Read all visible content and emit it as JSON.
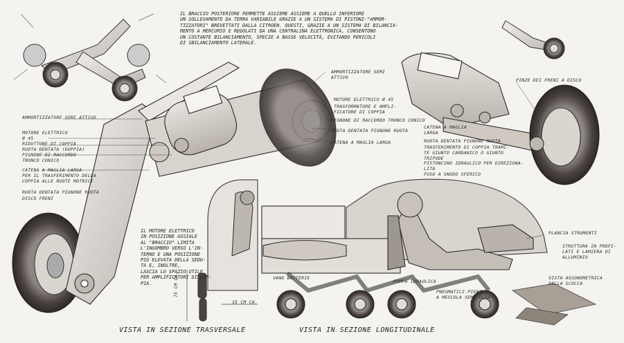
{
  "notes": {
    "top_center": "Il braccio posteriore permette assieme assieme a quello inferiore\nun sollevamento da terra variabile grazie a un sistema di pistoni-\"ammor-\ntizzatori\" brevettati dalla Citroen. Questi, grazie a un sistema di bilancia-\nmento a mercurio e regolati da una centralina elettronica, consentono\nun costante bilanciamento, specie a basse velocità, evitando pericoli\ndi sbilanciamento laterale.",
    "center_mid": "Il motore elettrico\nin posizione assiale\nal \"braccio\" limita\nl'ingombro verso l'in-\nterno e una posizione\npiù elevata della sedu-\nta e, inoltre,\nlascia lo spazio utile\nper amplificatori di cop-\npia."
  },
  "left_labels": [
    "Ammortizzatore semi attivo",
    "Motore elettrico\nØ 45",
    "Riduttore di coppia",
    "Ruota dentata (doppia)",
    "Pignone di raccordo\ntronco conico",
    "Catena a maglia larga\nper il trasferimento della\ncoppia alle ruote motrici",
    "Ruota dentata pignone ruota",
    "Disco freni"
  ],
  "mid_labels": [
    "Ammortizzatore semi\nattivo",
    "Motore elettrico Ø 45",
    "Trasformatore e ampli-\nficatore di coppia",
    "Pignone di raccordo tronco conico",
    "Ruota dentata pignone ruota",
    "Catena a maglia larga"
  ],
  "right_labels": [
    "Pinze dei freni a disco",
    "Catena a maglia\nlarga",
    "Ruota dentata pignone ruota",
    "Trasferimento di coppia trami-\nte giunto cardanico o giunto\nTripode",
    "Pistoncino idraulico per direziona-\nlità",
    "Fuso a snodo sferico"
  ],
  "vehicle_labels": [
    "Plancia strumenti",
    "Struttura in profi-\nlati e lamiera di\nalluminio",
    "Vista assonometrica\ndella scocca",
    "Vano batterie",
    "Pompa idraulica",
    "Pneumatici pieni\na mescola semi dura"
  ],
  "dimensions": [
    "75 cm ca.",
    "35 cm ca."
  ],
  "captions": {
    "left": "Vista in sezione trasversale",
    "right": "Vista in sezione longitudinale"
  },
  "colors": {
    "paper": "#f4f3ef",
    "ink": "#2b2b2b",
    "tire": "#4a4341",
    "wash": "#c9c4bd"
  }
}
